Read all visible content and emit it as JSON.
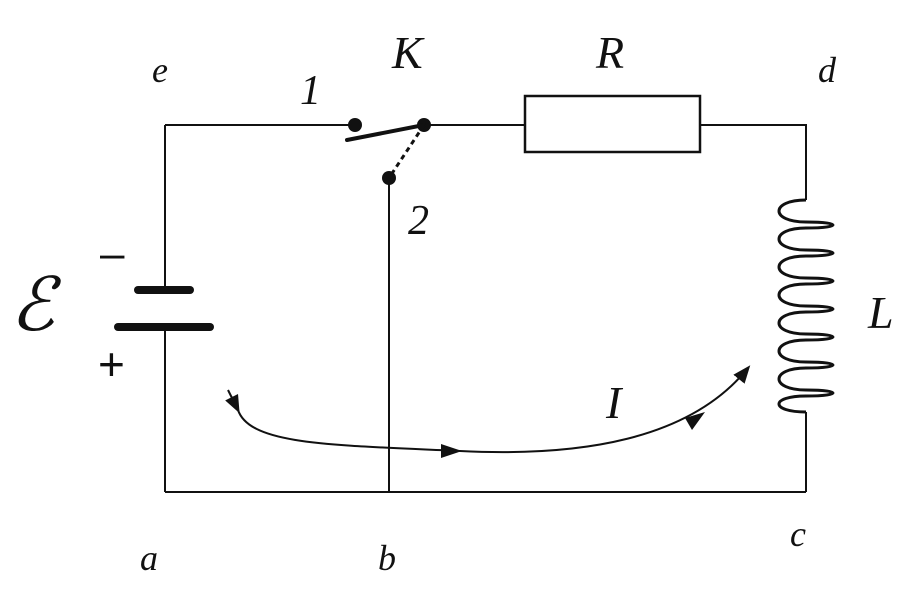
{
  "labels": {
    "node_e": "e",
    "node_d": "d",
    "node_a": "a",
    "node_b": "b",
    "node_c": "c",
    "switch": "K",
    "switch_pos_1": "1",
    "switch_pos_2": "2",
    "resistor": "R",
    "inductor": "L",
    "emf": "ℰ",
    "current": "I",
    "minus": "–",
    "plus": "+"
  },
  "colors": {
    "line": "#111111",
    "background": "#ffffff"
  }
}
